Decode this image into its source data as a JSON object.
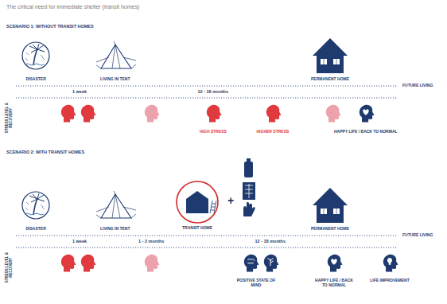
{
  "diagram": {
    "title": "The critical need for immediate shelter (transit homes)",
    "labels": [
      "SCENARIO 1: WITHOUT TRANSIT HOMES",
      "DISASTER",
      "LIVING IN TENT",
      "PERMANENT HOME",
      "FUTURE LIVING",
      "1 week",
      "12 - 18 months",
      "STRESS LEVEL & RECOVERY",
      "HIGH STRESS",
      "HIGHER STRESS",
      "HAPPY LIFE / BACK TO NORMAL",
      "SCENARIO 2: WITH TRANSIT HOMES",
      "DISASTER",
      "LIVING IN TENT",
      "TRANSIT HOME",
      "+",
      "PERMANENT HOME",
      "FUTURE LIVING",
      "1 week",
      "1 - 2 months",
      "12 - 18 months",
      "STRESS LEVEL & RECOVERY",
      "POSITIVE STATE OF MIND",
      "HAPPY LIFE / BACK TO NORMAL",
      "LIFE IMPROVEMENT"
    ]
  }
}
